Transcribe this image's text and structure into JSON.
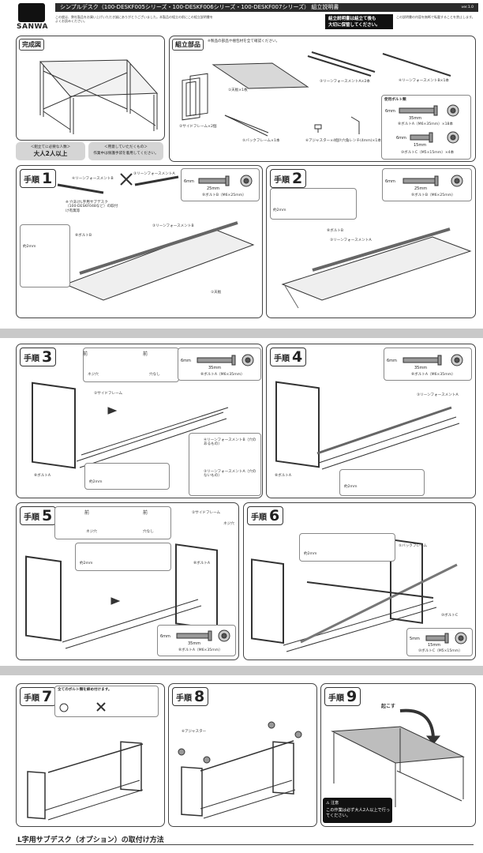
{
  "header": {
    "brand": "SANWA",
    "title": "シンプルデスク（100-DESKF005シリーズ・100-DESKF006シリーズ・100-DESKF007シリーズ） 組立説明書",
    "version": "ver.1.0",
    "intro_note": "この度は、弊社製品をお買い上げいただき誠にありがとうございました。本製品の組立の前にこの組立説明書をよくお読みください。",
    "keep_notice_line1": "組立説明書は組立て後も",
    "keep_notice_line2": "大切に保管してください。",
    "right_note": "この説明書の内容を無断で転載することを禁止します。"
  },
  "completed": {
    "title": "完成図"
  },
  "assembly_people": {
    "label": "＜組立てに必要な人数＞",
    "value": "大人2人以上"
  },
  "prepare": {
    "label": "＜用意していただくもの＞",
    "value": "作業中は保護手袋を着用してください。"
  },
  "parts": {
    "title": "組立部品",
    "note": "※製品の部品や梱包材を全て確認ください。",
    "items": {
      "top": "①天板×1枚",
      "side_frame": "②サイドフレーム×2個",
      "reinforcement_a": "③リーンフォースメントA×2本",
      "reinforcement_b": "④リーンフォースメントB×1本",
      "back_frame": "⑤バックフレーム×1本",
      "adjuster": "⑥アジャスター×4個",
      "hex_wrench": "⑦六角レンチ(4mm)×1本"
    },
    "bolts_title": "使用ボルト類",
    "bolt_a_len": "35mm",
    "bolt_a_dia": "6mm",
    "bolt_a_label": "⑧ボルトA（M6×35mm）×18本",
    "bolt_c_len": "15mm",
    "bolt_c_dia": "6mm",
    "bolt_c_label": "⑩ボルトC（M5×15mm）×4本"
  },
  "steps": [
    {
      "word": "手順",
      "num": "1",
      "labels": {
        "reinforcement_b": "④リーンフォースメントB",
        "reinforcement_a": "③リーンフォースメントA",
        "note": "※ 穴あけL字用サブデスク（100-DESKF048など）の取付け有無等",
        "bolt": "⑧ボルトB",
        "reinforcement_a2": "③リーンフォースメントB",
        "top": "①天板",
        "gap": "約2mm"
      },
      "bolt_len": "25mm",
      "bolt_dia": "6mm",
      "bolt_label": "⑨ボルトB（M6×25mm）"
    },
    {
      "word": "手順",
      "num": "2",
      "labels": {
        "gap": "約2mm",
        "bolt": "⑧ボルトB",
        "reinforcement": "③リーンフォースメントA"
      },
      "bolt_len": "25mm",
      "bolt_dia": "6mm",
      "bolt_label": "⑨ボルトB（M6×25mm）"
    },
    {
      "word": "手順",
      "num": "3",
      "labels": {
        "front": "前",
        "front2": "前",
        "side_frame": "②サイドフレーム",
        "bolt": "⑧ボルトA",
        "gap": "約2mm",
        "reinforcement_b": "④リーンフォースメントB（穴のあるもの）",
        "reinforcement_a": "③リーンフォースメントA（穴のないもの）",
        "screw_hole": "ネジ穴",
        "no_hole": "穴なし"
      },
      "bolt_len": "35mm",
      "bolt_dia": "6mm",
      "bolt_label": "⑧ボルトA（M6×35mm）"
    },
    {
      "word": "手順",
      "num": "4",
      "labels": {
        "reinforcement_a": "③リーンフォースメントA",
        "bolt": "⑧ボルトA",
        "gap": "約2mm"
      },
      "bolt_len": "35mm",
      "bolt_dia": "6mm",
      "bolt_label": "⑧ボルトA（M6×35mm）"
    },
    {
      "word": "手順",
      "num": "5",
      "labels": {
        "front": "前",
        "front2": "前",
        "screw_hole": "ネジ穴",
        "no_hole": "穴なし",
        "side_frame": "②サイドフレーム",
        "screw_hole2": "ネジ穴",
        "bolt": "⑧ボルトA",
        "gap": "約2mm"
      },
      "bolt_len": "35mm",
      "bolt_dia": "6mm",
      "bolt_label": "⑧ボルトA（M6×35mm）"
    },
    {
      "word": "手順",
      "num": "6",
      "labels": {
        "gap": "約2mm",
        "back_frame": "⑤バックフレーム",
        "bolt_c": "⑩ボルトC"
      },
      "bolt_len": "15mm",
      "bolt_dia": "5mm",
      "bolt_label": "⑩ボルトC（M5×15mm）"
    },
    {
      "word": "手順",
      "num": "7",
      "labels": {
        "tighten": "全てのボルト類を締め付けます。"
      }
    },
    {
      "word": "手順",
      "num": "8",
      "labels": {
        "adjuster": "⑥アジャスター"
      }
    },
    {
      "word": "手順",
      "num": "9",
      "labels": {
        "raise": "起こす",
        "caution": "注意",
        "caution_text": "この作業は必ず大人2人以上で行ってください。"
      }
    }
  ],
  "bottom": {
    "heading": "L字用サブデスク（オプション）の取付け方法"
  }
}
